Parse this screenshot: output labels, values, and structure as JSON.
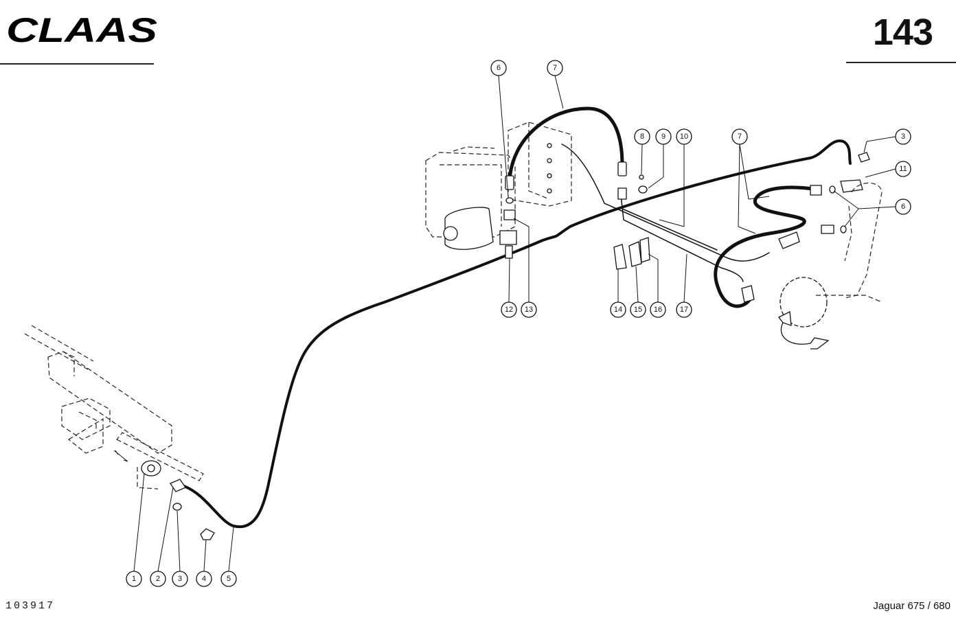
{
  "header": {
    "brand": "CLAAS",
    "page_number": "143"
  },
  "footer": {
    "drawing_number": "103917",
    "model": "Jaguar 675 / 680"
  },
  "callouts": [
    {
      "id": "c1",
      "label": "1"
    },
    {
      "id": "c2",
      "label": "2"
    },
    {
      "id": "c3a",
      "label": "3"
    },
    {
      "id": "c4",
      "label": "4"
    },
    {
      "id": "c5",
      "label": "5"
    },
    {
      "id": "c6a",
      "label": "6"
    },
    {
      "id": "c7a",
      "label": "7"
    },
    {
      "id": "c8",
      "label": "8"
    },
    {
      "id": "c9",
      "label": "9"
    },
    {
      "id": "c10",
      "label": "10"
    },
    {
      "id": "c7b",
      "label": "7"
    },
    {
      "id": "c3b",
      "label": "3"
    },
    {
      "id": "c11",
      "label": "11"
    },
    {
      "id": "c6b",
      "label": "6"
    },
    {
      "id": "c12",
      "label": "12"
    },
    {
      "id": "c13",
      "label": "13"
    },
    {
      "id": "c14",
      "label": "14"
    },
    {
      "id": "c15",
      "label": "15"
    },
    {
      "id": "c16",
      "label": "16"
    },
    {
      "id": "c17",
      "label": "17"
    }
  ]
}
